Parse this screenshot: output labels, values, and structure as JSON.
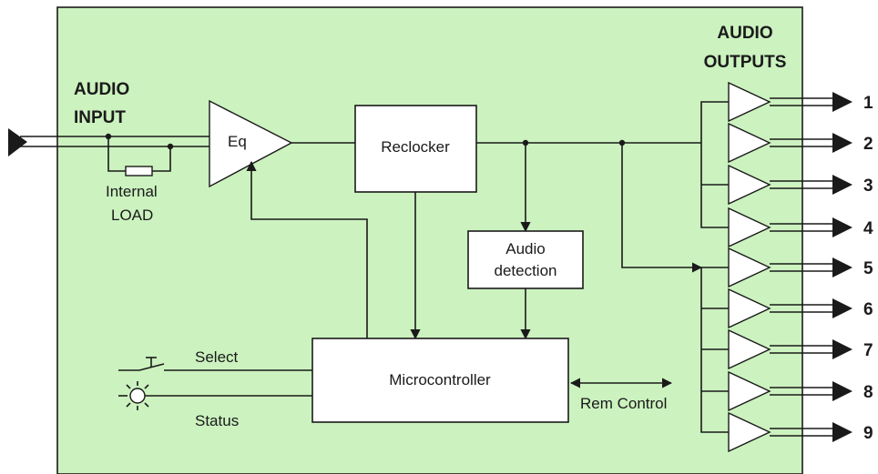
{
  "labels": {
    "audio_input": [
      "AUDIO",
      "INPUT"
    ],
    "audio_outputs": [
      "AUDIO",
      "OUTPUTS"
    ],
    "internal_load": [
      "Internal",
      "LOAD"
    ],
    "eq": "Eq",
    "reclocker": "Reclocker",
    "audio_detection": [
      "Audio",
      "detection"
    ],
    "microcontroller": "Microcontroller",
    "select": "Select",
    "status": "Status",
    "rem_control": "Rem Control"
  },
  "outputs": [
    "1",
    "2",
    "3",
    "4",
    "5",
    "6",
    "7",
    "8",
    "9"
  ],
  "colors": {
    "panel_fill": "#ccf2bf",
    "panel_border": "#1a1a1a",
    "line": "#1a1a1a",
    "box_fill": "#ffffff"
  }
}
